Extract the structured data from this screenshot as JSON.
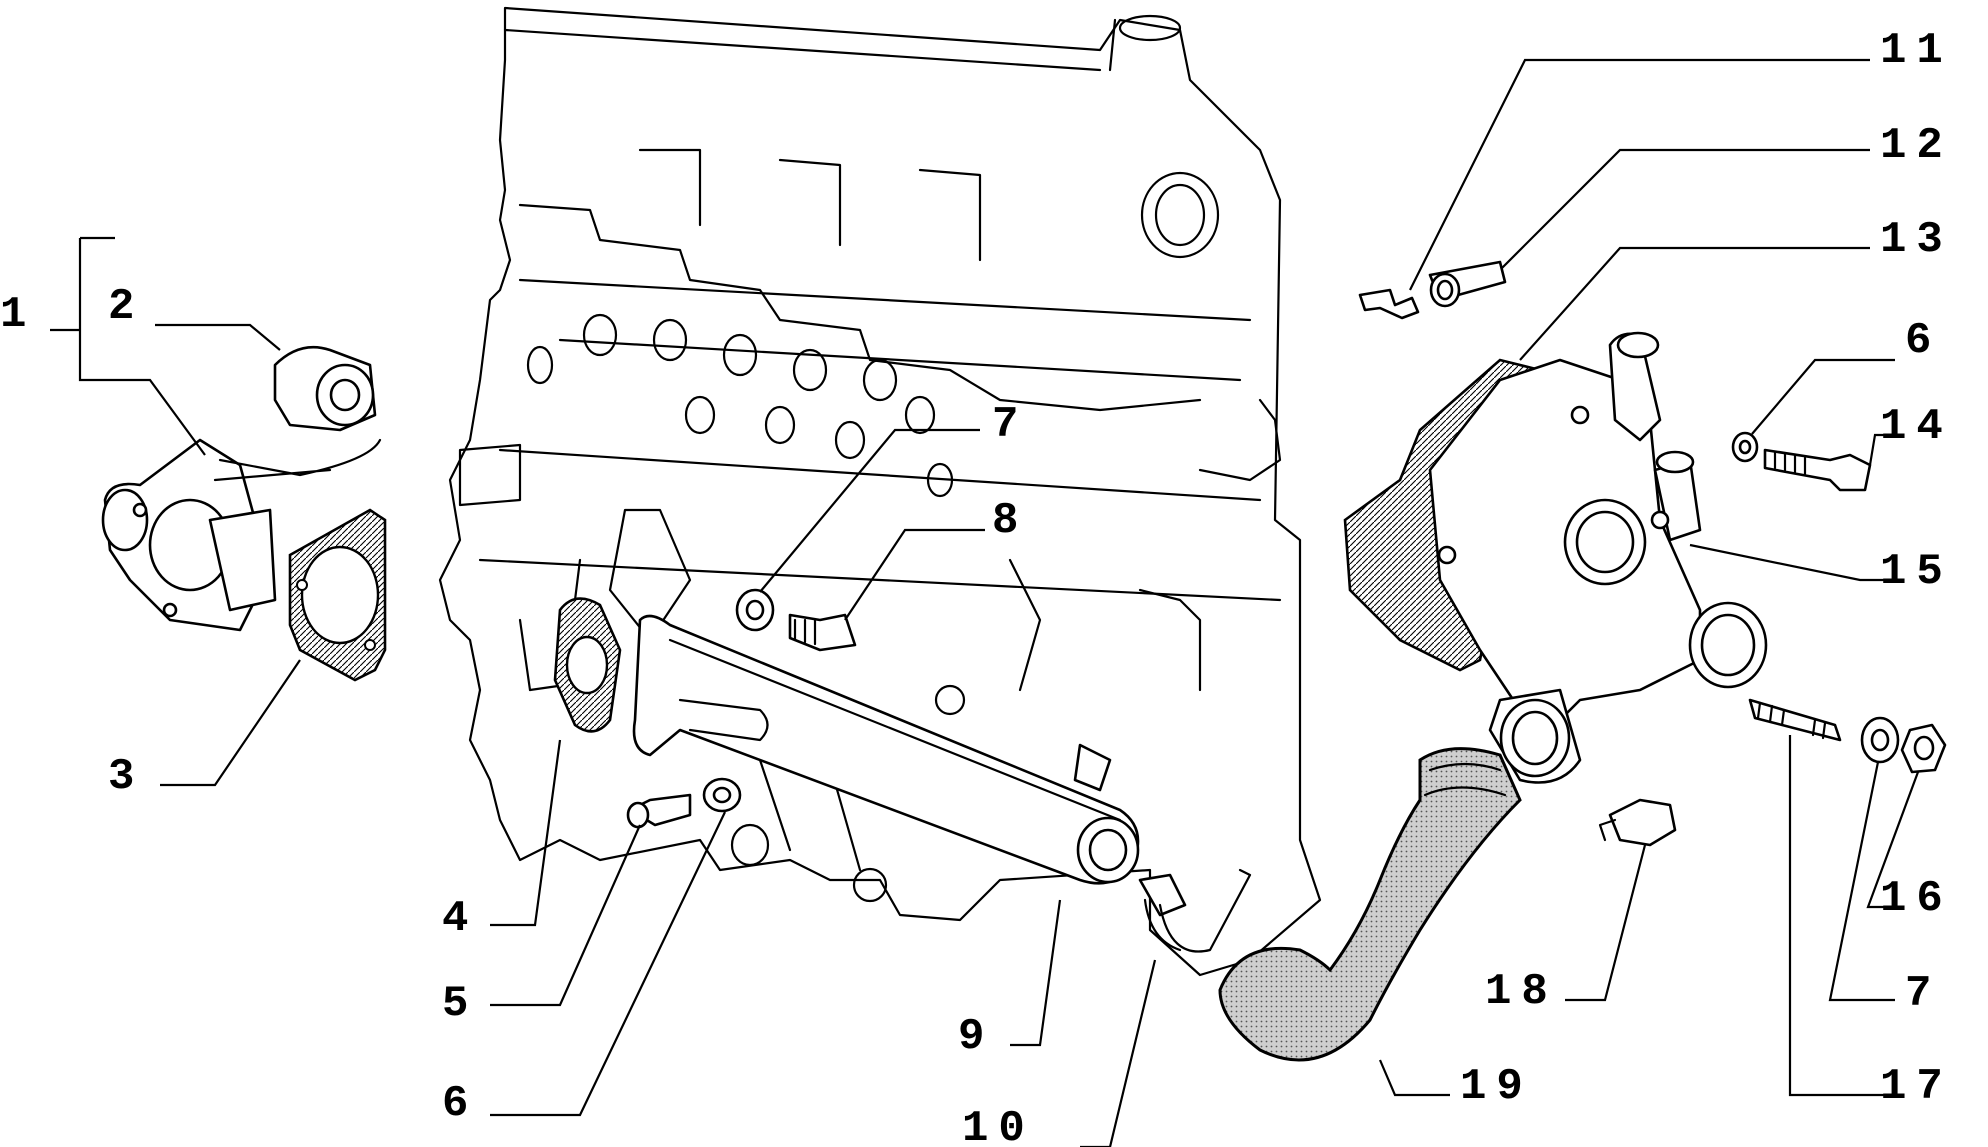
{
  "callouts": [
    "1",
    "2",
    "3",
    "4",
    "5",
    "6",
    "7",
    "8",
    "9",
    "10",
    "11",
    "12",
    "13",
    "6",
    "14",
    "15",
    "16",
    "7",
    "17",
    "18",
    "19"
  ],
  "colors": {
    "ink": "#000000",
    "paper": "#ffffff"
  }
}
